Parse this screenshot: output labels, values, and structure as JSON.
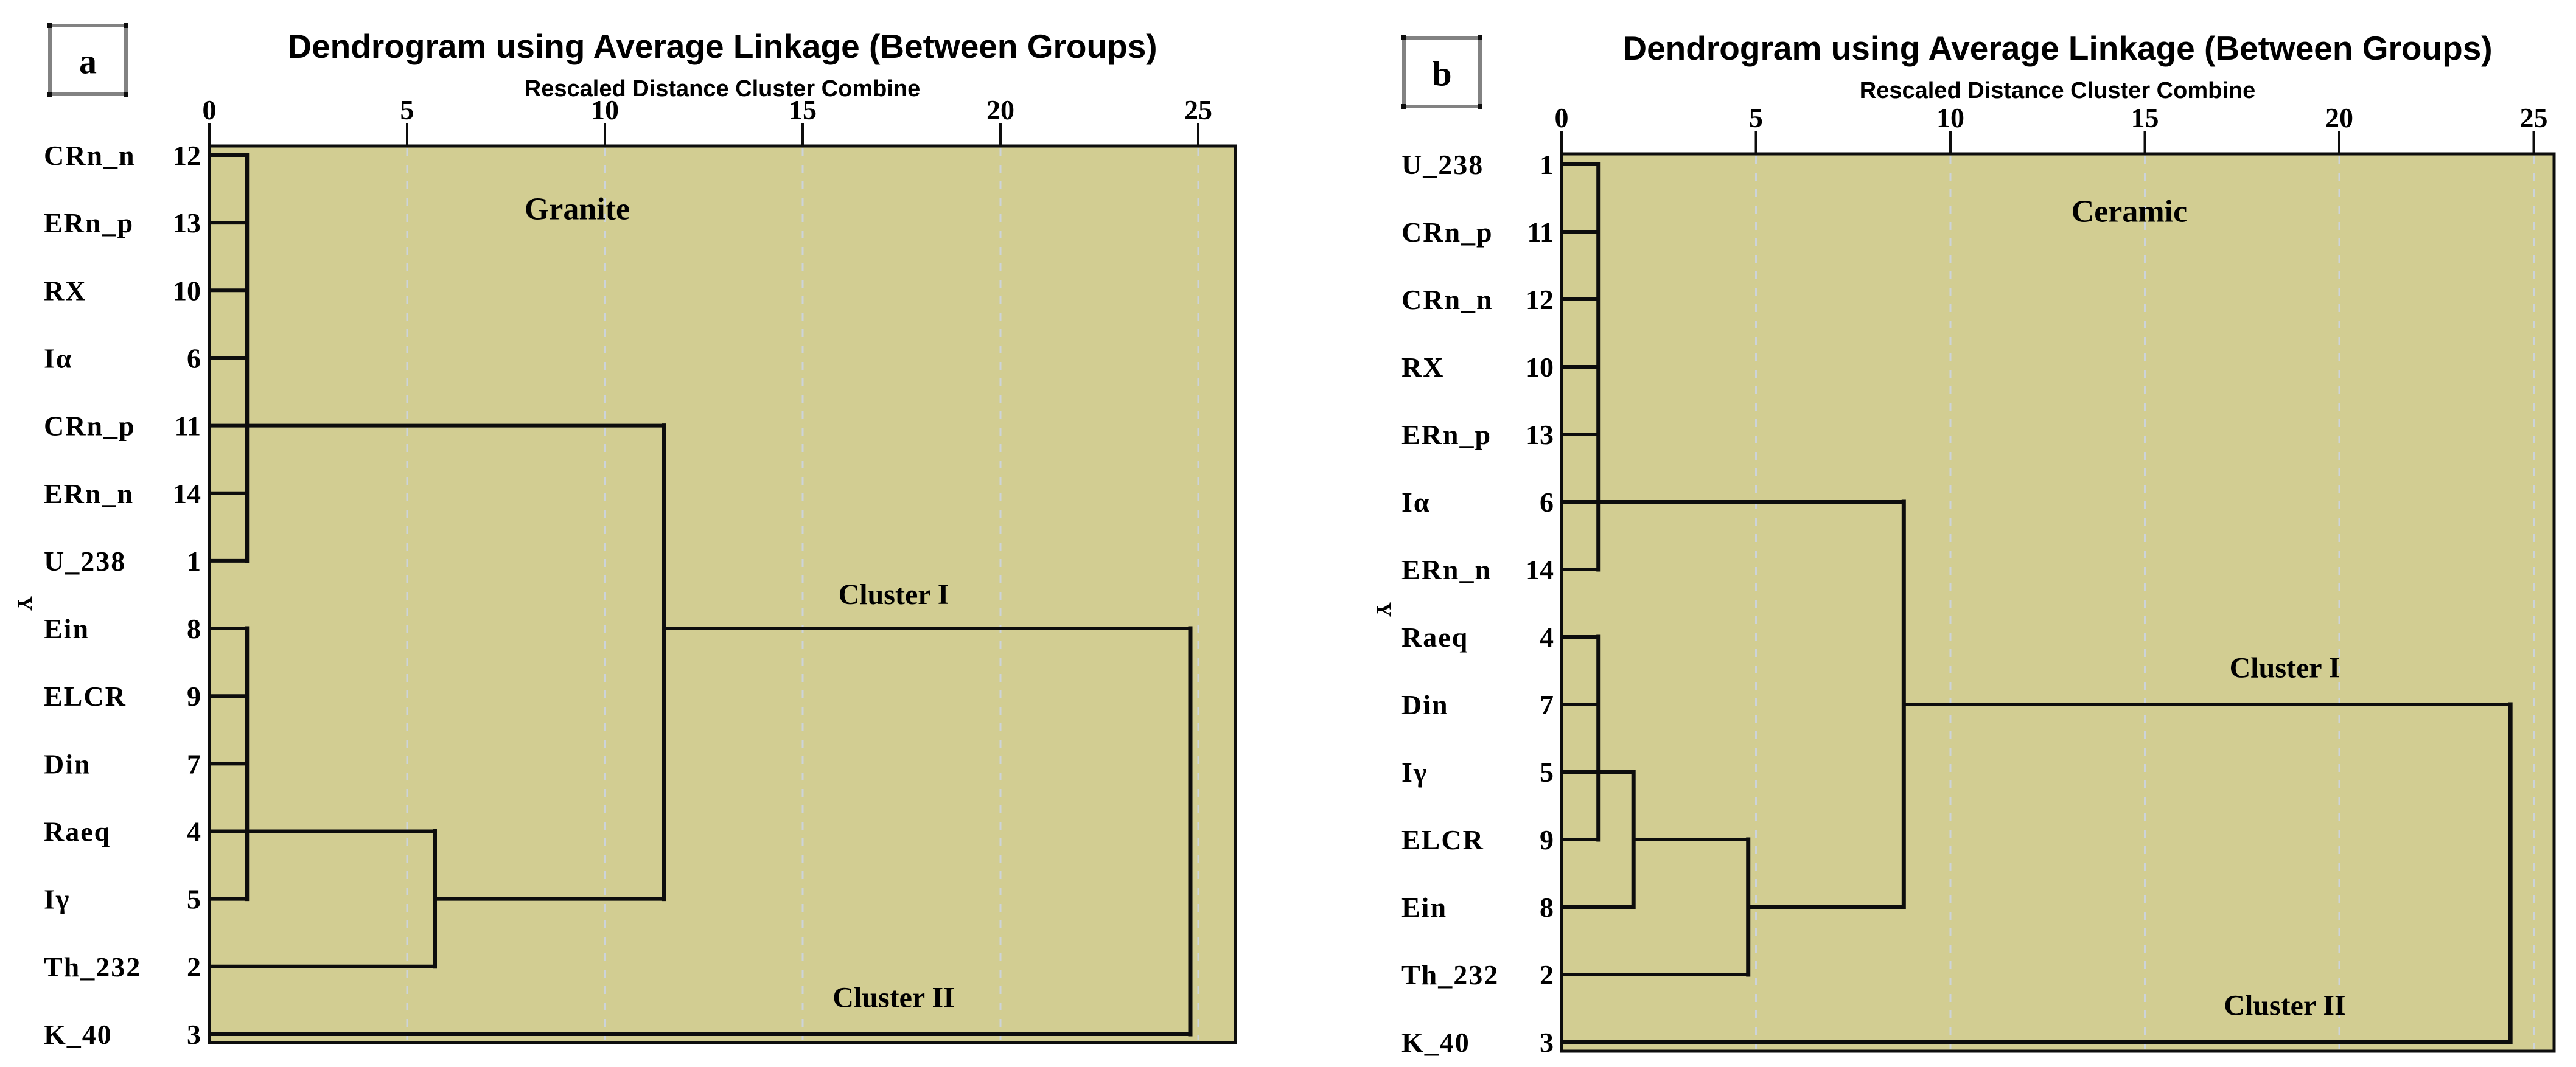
{
  "colors": {
    "plot_fill": "#d2cd92",
    "line": "#0d0d0d",
    "grid_dash": "#ccd3da",
    "panel_box_border": "#828282",
    "text": "#000000",
    "background": "#ffffff"
  },
  "chart_data": [
    {
      "type": "dendrogram",
      "panel_letter": "a",
      "title": "Dendrogram using Average Linkage (Between Groups)",
      "subtitle": "Rescaled Distance Cluster Combine",
      "y_axis_label": "Y",
      "x_ticks": [
        0,
        5,
        10,
        15,
        20,
        25
      ],
      "x_range": [
        0,
        25
      ],
      "grid": "dashed-vertical",
      "rows": [
        {
          "label": "CRn_n",
          "case": 12
        },
        {
          "label": "ERn_p",
          "case": 13
        },
        {
          "label": "RX",
          "case": 10
        },
        {
          "label": "Iα",
          "case": 6
        },
        {
          "label": "CRn_p",
          "case": 11
        },
        {
          "label": "ERn_n",
          "case": 14
        },
        {
          "label": "U_238",
          "case": 1
        },
        {
          "label": "Ein",
          "case": 8
        },
        {
          "label": "ELCR",
          "case": 9
        },
        {
          "label": "Din",
          "case": 7
        },
        {
          "label": "Raeq",
          "case": 4
        },
        {
          "label": "Iγ",
          "case": 5
        },
        {
          "label": "Th_232",
          "case": 2
        },
        {
          "label": "K_40",
          "case": 3
        }
      ],
      "h_lines": [
        {
          "row": 0,
          "x1": 0,
          "x2": 0.95
        },
        {
          "row": 1,
          "x1": 0,
          "x2": 0.95
        },
        {
          "row": 2,
          "x1": 0,
          "x2": 0.95
        },
        {
          "row": 3,
          "x1": 0,
          "x2": 0.95
        },
        {
          "row": 4,
          "x1": 0,
          "x2": 11.5
        },
        {
          "row": 5,
          "x1": 0,
          "x2": 0.95
        },
        {
          "row": 6,
          "x1": 0,
          "x2": 0.95
        },
        {
          "row": 7,
          "x1": 0,
          "x2": 0.95
        },
        {
          "row": 7,
          "x1": 11.5,
          "x2": 24.8
        },
        {
          "row": 8,
          "x1": 0,
          "x2": 0.95
        },
        {
          "row": 9,
          "x1": 0,
          "x2": 0.95
        },
        {
          "row": 10,
          "x1": 0,
          "x2": 5.7
        },
        {
          "row": 11,
          "x1": 0,
          "x2": 0.95
        },
        {
          "row": 11,
          "x1": 5.7,
          "x2": 11.5
        },
        {
          "row": 12,
          "x1": 0,
          "x2": 5.7
        },
        {
          "row": 13,
          "x1": 0,
          "x2": 24.8
        }
      ],
      "v_lines": [
        {
          "x": 0.95,
          "row1": 0,
          "row2": 6
        },
        {
          "x": 0.95,
          "row1": 7,
          "row2": 11
        },
        {
          "x": 5.7,
          "row1": 10,
          "row2": 12
        },
        {
          "x": 11.5,
          "row1": 4,
          "row2": 11
        },
        {
          "x": 24.8,
          "row1": 7,
          "row2": 13
        }
      ],
      "merge_distances": {
        "initial_stubs": 1,
        "raeq_th232_join": 5.7,
        "upper_lower_join": 11.5,
        "final_join": 24.8
      },
      "annotations": [
        {
          "text": "Granite",
          "x": 9.3,
          "row": 0.95,
          "size": 52
        },
        {
          "text": "Cluster I",
          "x": 17.3,
          "row": 6.64,
          "size": 48
        },
        {
          "text": "Cluster II",
          "x": 17.3,
          "row": 12.6,
          "size": 48
        }
      ]
    },
    {
      "type": "dendrogram",
      "panel_letter": "b",
      "title": "Dendrogram using Average Linkage (Between Groups)",
      "subtitle": "Rescaled Distance Cluster Combine",
      "y_axis_label": "Y",
      "x_ticks": [
        0,
        5,
        10,
        15,
        20,
        25
      ],
      "x_range": [
        0,
        25
      ],
      "grid": "dashed-vertical",
      "rows": [
        {
          "label": "U_238",
          "case": 1
        },
        {
          "label": "CRn_p",
          "case": 11
        },
        {
          "label": "CRn_n",
          "case": 12
        },
        {
          "label": "RX",
          "case": 10
        },
        {
          "label": "ERn_p",
          "case": 13
        },
        {
          "label": "Iα",
          "case": 6
        },
        {
          "label": "ERn_n",
          "case": 14
        },
        {
          "label": "Raeq",
          "case": 4
        },
        {
          "label": "Din",
          "case": 7
        },
        {
          "label": "Iγ",
          "case": 5
        },
        {
          "label": "ELCR",
          "case": 9
        },
        {
          "label": "Ein",
          "case": 8
        },
        {
          "label": "Th_232",
          "case": 2
        },
        {
          "label": "K_40",
          "case": 3
        }
      ],
      "h_lines": [
        {
          "row": 0,
          "x1": 0,
          "x2": 0.95
        },
        {
          "row": 1,
          "x1": 0,
          "x2": 0.95
        },
        {
          "row": 2,
          "x1": 0,
          "x2": 0.95
        },
        {
          "row": 3,
          "x1": 0,
          "x2": 0.95
        },
        {
          "row": 4,
          "x1": 0,
          "x2": 0.95
        },
        {
          "row": 5,
          "x1": 0,
          "x2": 8.8
        },
        {
          "row": 6,
          "x1": 0,
          "x2": 0.95
        },
        {
          "row": 7,
          "x1": 0,
          "x2": 0.95
        },
        {
          "row": 8,
          "x1": 0,
          "x2": 0.95
        },
        {
          "row": 8,
          "x1": 8.8,
          "x2": 24.4
        },
        {
          "row": 9,
          "x1": 0,
          "x2": 1.85
        },
        {
          "row": 10,
          "x1": 0,
          "x2": 0.95
        },
        {
          "row": 10,
          "x1": 1.85,
          "x2": 4.8
        },
        {
          "row": 11,
          "x1": 0,
          "x2": 1.85
        },
        {
          "row": 11,
          "x1": 4.8,
          "x2": 8.8
        },
        {
          "row": 12,
          "x1": 0,
          "x2": 4.8
        },
        {
          "row": 13,
          "x1": 0,
          "x2": 24.4
        }
      ],
      "v_lines": [
        {
          "x": 0.95,
          "row1": 0,
          "row2": 6
        },
        {
          "x": 0.95,
          "row1": 7,
          "row2": 10
        },
        {
          "x": 1.85,
          "row1": 9,
          "row2": 11
        },
        {
          "x": 4.8,
          "row1": 10,
          "row2": 12
        },
        {
          "x": 8.8,
          "row1": 5,
          "row2": 11
        },
        {
          "x": 24.4,
          "row1": 8,
          "row2": 13
        }
      ],
      "merge_distances": {
        "initial_stubs": 1,
        "igamma_ein_join": 1.85,
        "th232_join": 4.8,
        "upper_lower_join": 8.8,
        "final_join": 24.4
      },
      "annotations": [
        {
          "text": "Ceramic",
          "x": 14.6,
          "row": 0.85,
          "size": 52
        },
        {
          "text": "Cluster I",
          "x": 18.6,
          "row": 7.6,
          "size": 48
        },
        {
          "text": "Cluster II",
          "x": 18.6,
          "row": 12.6,
          "size": 48
        }
      ]
    }
  ]
}
